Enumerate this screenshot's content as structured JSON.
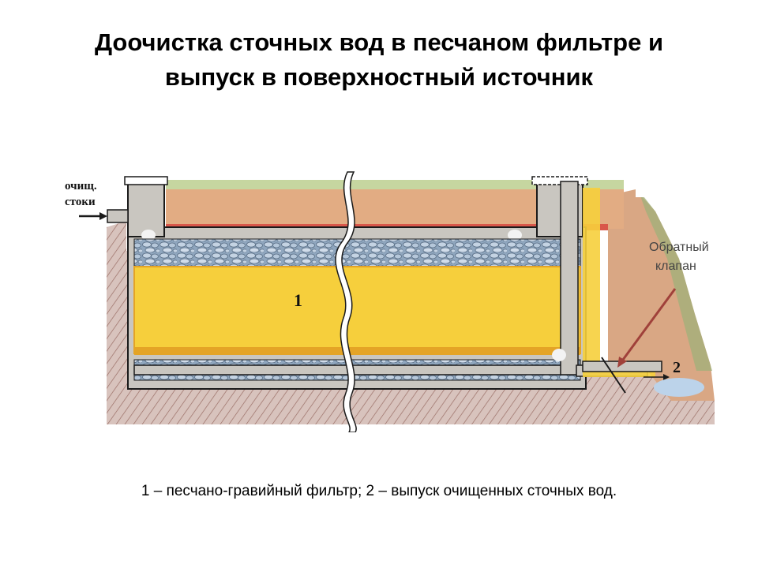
{
  "title": {
    "line1": "Доочистка сточных вод в песчаном фильтре и",
    "line2": "выпуск в поверхностный источник"
  },
  "diagram": {
    "inlet_label_line1": "очищ.",
    "inlet_label_line2": "стоки",
    "valve_label_line1": "Обратный",
    "valve_label_line2": "клапан",
    "marker_1": "1",
    "marker_2": "2",
    "colors": {
      "soil": "#d8c3bd",
      "soil_hatch": "#9a6e66",
      "topsoil": "#e6b082",
      "topsoil_red": "#d9574a",
      "pipe_gray": "#c9c6c0",
      "gravel": "#a9bdd2",
      "sand": "#f6cf3c",
      "sand_edge": "#e4a426",
      "outline": "#1a1a1a",
      "water": "#bcd3ea"
    }
  },
  "caption": "1 – песчано-гравийный фильтр; 2 – выпуск очищенных сточных вод."
}
